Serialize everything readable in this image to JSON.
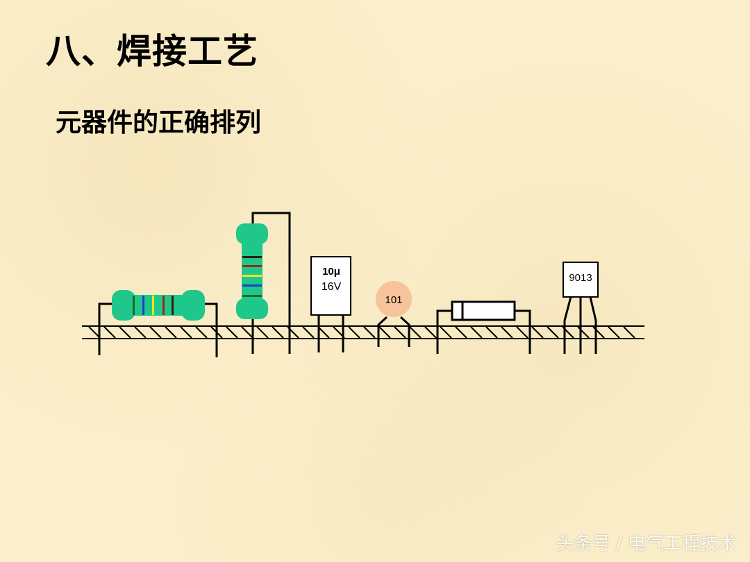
{
  "slide": {
    "title": "八、焊接工艺",
    "subtitle": "元器件的正确排列",
    "watermark": "头条号 / 电气工程技术"
  },
  "components": {
    "electrolytic_capacitor": {
      "value": "10μ",
      "voltage": "16V"
    },
    "ceramic_capacitor": {
      "label": "101"
    },
    "transistor": {
      "label": "9013"
    }
  },
  "colors": {
    "resistor_body": "#1fc88a",
    "ceramic_body": "#f6c39a",
    "lines": "#000000"
  }
}
